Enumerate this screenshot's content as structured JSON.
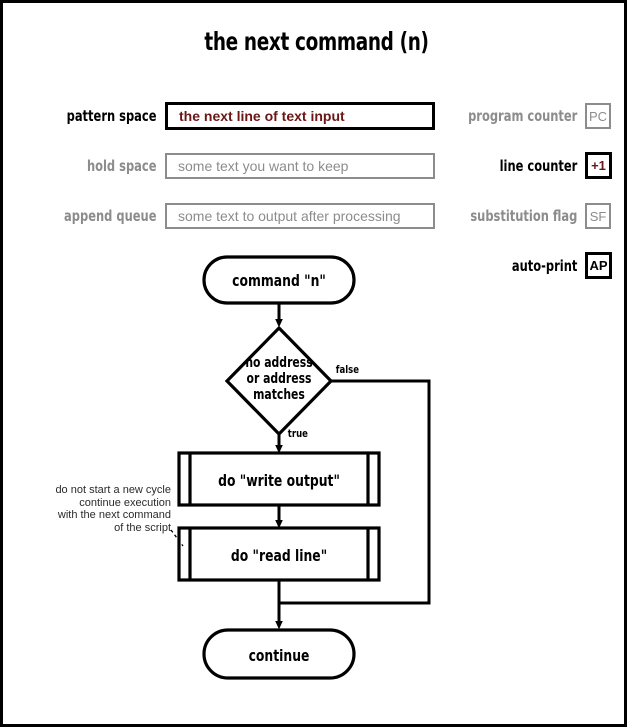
{
  "title": "the next command (n)",
  "buffers": [
    {
      "label": "pattern space",
      "value": "the next line of text input",
      "state": "active"
    },
    {
      "label": "hold space",
      "value": "some text you want to keep",
      "state": "inactive"
    },
    {
      "label": "append queue",
      "value": "some text to output after processing",
      "state": "inactive"
    }
  ],
  "flags": [
    {
      "label": "program counter",
      "value": "PC",
      "state": "inactive"
    },
    {
      "label": "line counter",
      "value": "+1",
      "state": "active-red"
    },
    {
      "label": "substitution flag",
      "value": "SF",
      "state": "inactive"
    },
    {
      "label": "auto-print",
      "value": "AP",
      "state": "active-black"
    }
  ],
  "flowchart": {
    "start_node": "command \"n\"",
    "decision_line1": "no address",
    "decision_line2": "or address",
    "decision_line3": "matches",
    "edge_false": "false",
    "edge_true": "true",
    "process1": "do \"write output\"",
    "process2": "do \"read line\"",
    "end_node": "continue",
    "annotation": "do not start a new cycle\ncontinue execution\nwith the next command\nof the script"
  },
  "colors": {
    "accent_red": "#6b1616",
    "inactive_gray": "#8c8c8c",
    "line_black": "#000000"
  }
}
